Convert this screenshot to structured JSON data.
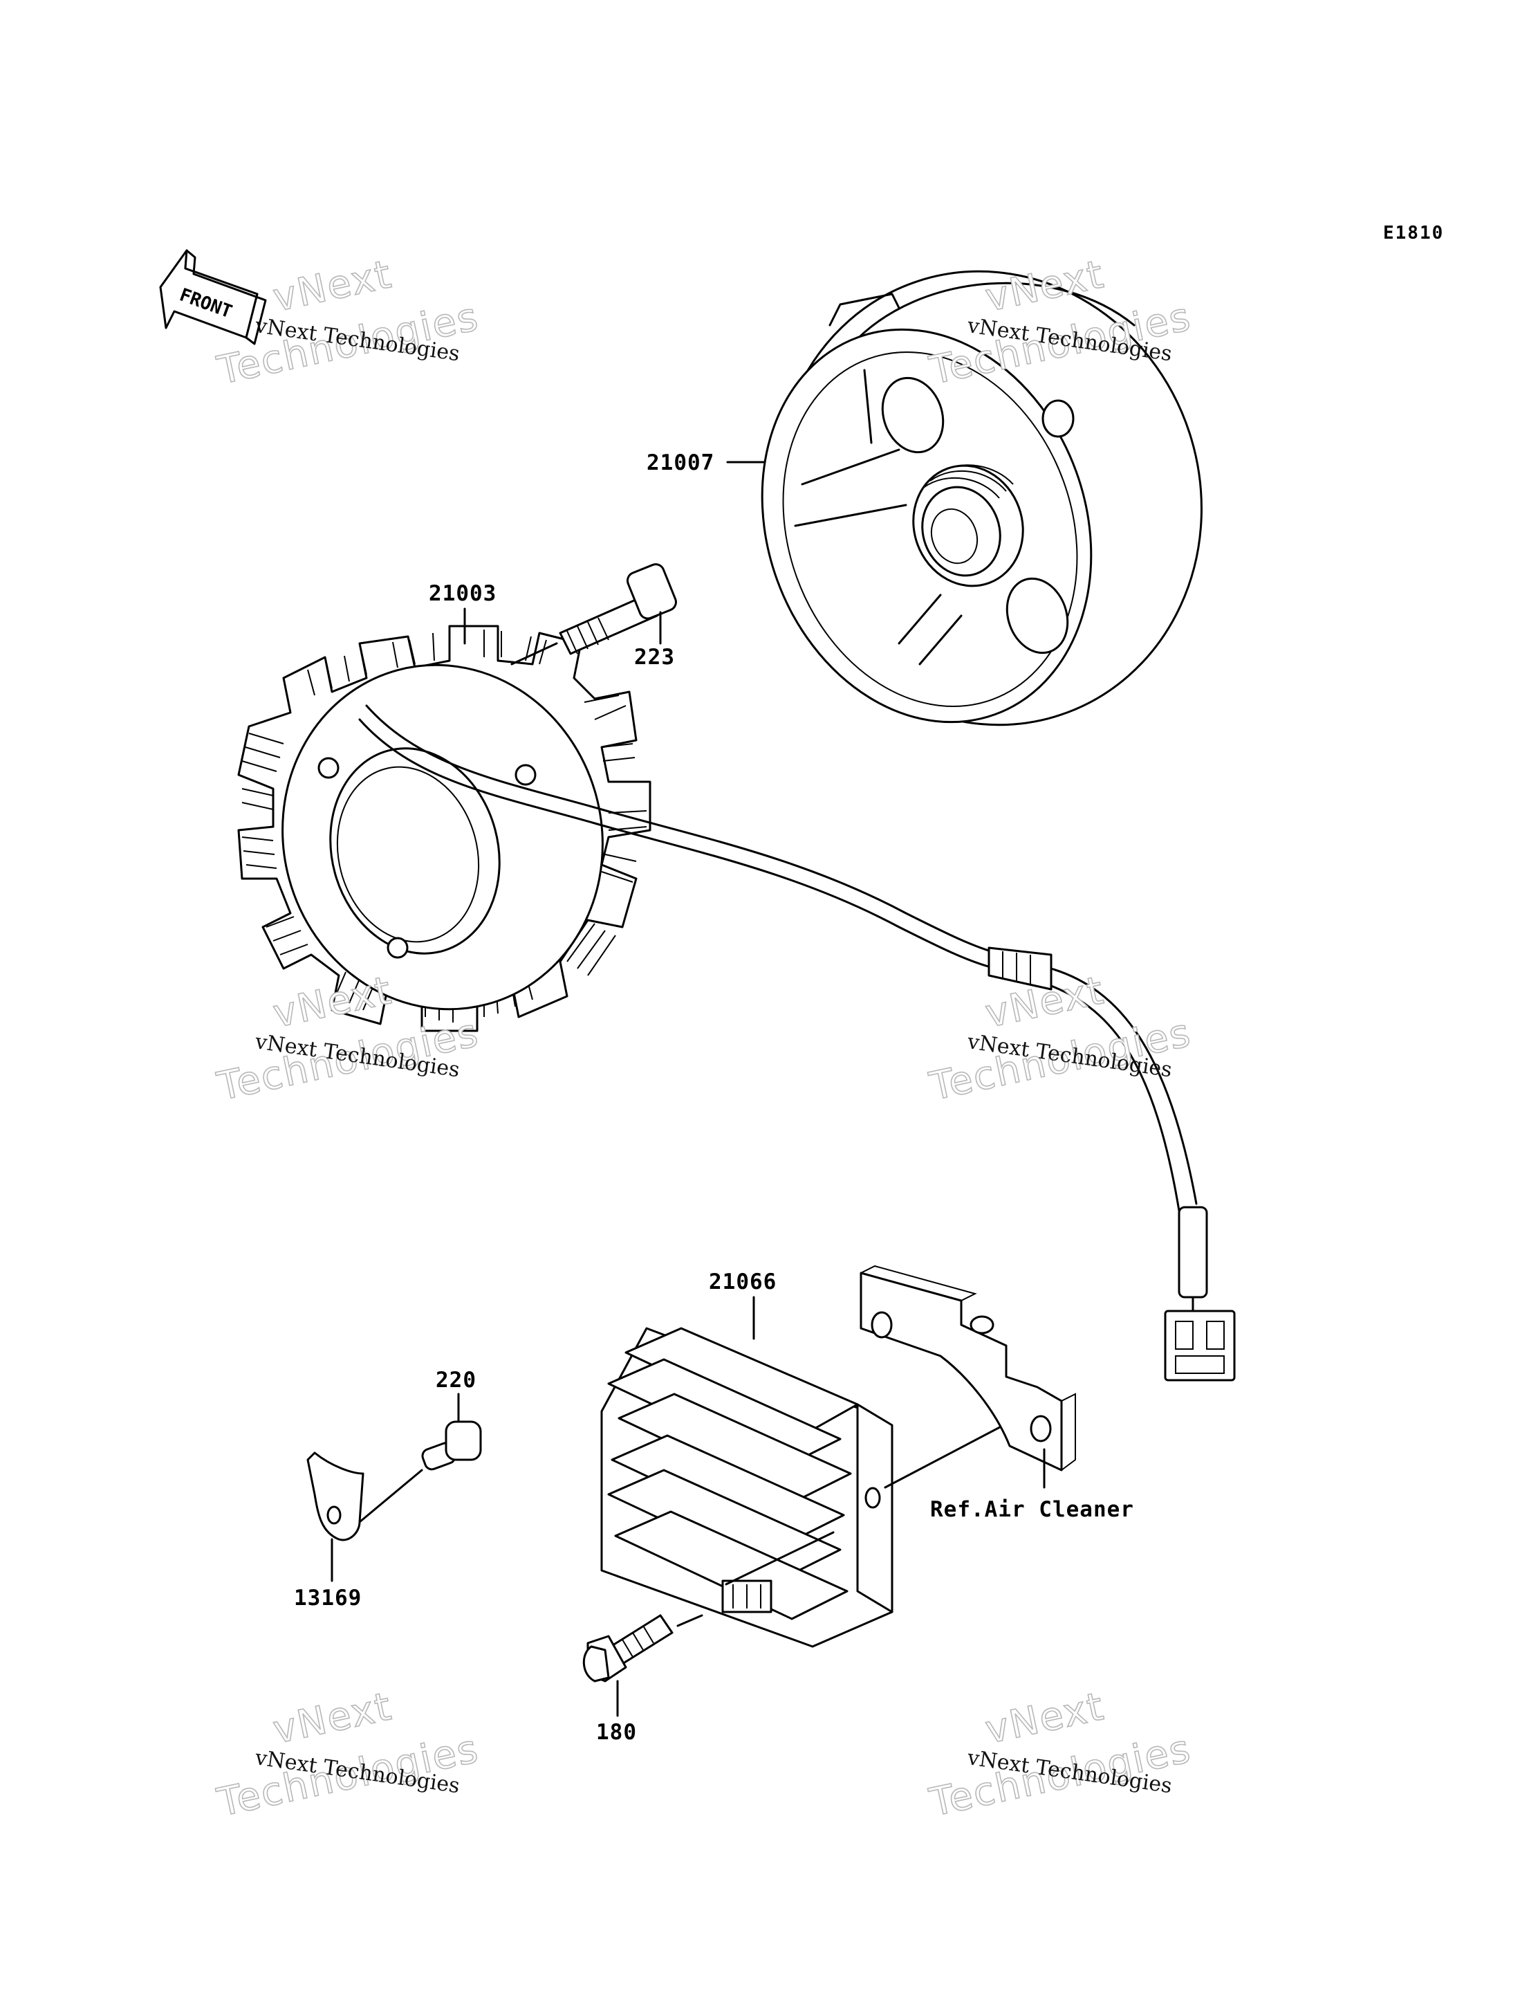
{
  "diagram_code": "E1810",
  "front_arrow_label": "FRONT",
  "watermark": {
    "line1": "vNext Technologies",
    "line2": "vNext",
    "line3": "Technologies"
  },
  "parts": {
    "flywheel": "21007",
    "stator": "21003",
    "stator_bolt": "223",
    "regulator": "21066",
    "regulator_bolt": "180",
    "clamp_bolt": "220",
    "clamp": "13169"
  },
  "reference_note": "Ref.Air Cleaner"
}
